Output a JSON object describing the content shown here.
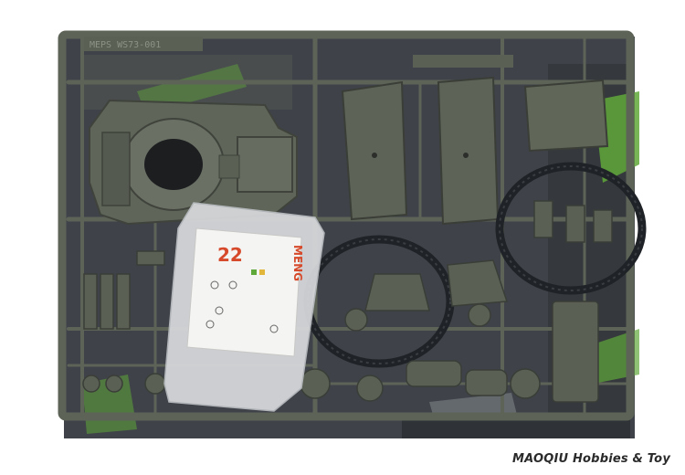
{
  "photo": {
    "subject": "plastic model kit sprue with tank turret, hull parts, rubber tracks and decal sheet in bag",
    "sprue_code": "MEPS WS73-001",
    "decal_number": "22",
    "decal_brand": "MENG",
    "watermark": "MAOQIU Hobbies & Toy",
    "colors": {
      "sprue": "#5d6357",
      "sprue_dark": "#454a42",
      "box_bg": "#3e4147",
      "box_green": "#5fa83a",
      "decal_red": "#d64a2b",
      "track": "#1f2226"
    }
  }
}
